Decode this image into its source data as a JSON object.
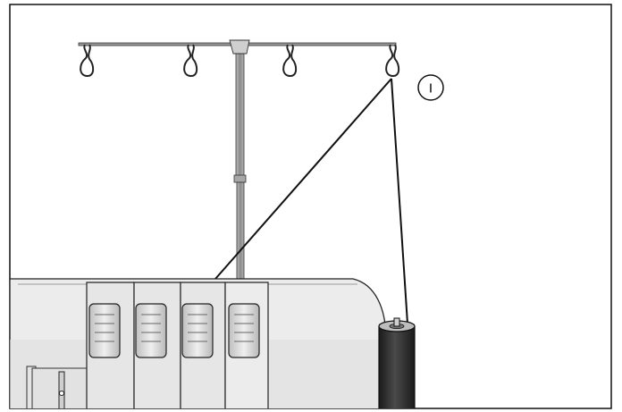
{
  "figure": {
    "callout_label": "I",
    "colors": {
      "frame": "#111111",
      "stand": "#8f8f8f",
      "machine_body": "#e9e9e9",
      "machine_shadow": "#cfcfcf",
      "dial": "#d9d9d9",
      "spool": "#2b2b2b",
      "thread": "#111111"
    },
    "icons": [
      "thread-stand",
      "thread-guide-loop",
      "thread-spool",
      "tension-dial",
      "serger-machine-body"
    ]
  }
}
